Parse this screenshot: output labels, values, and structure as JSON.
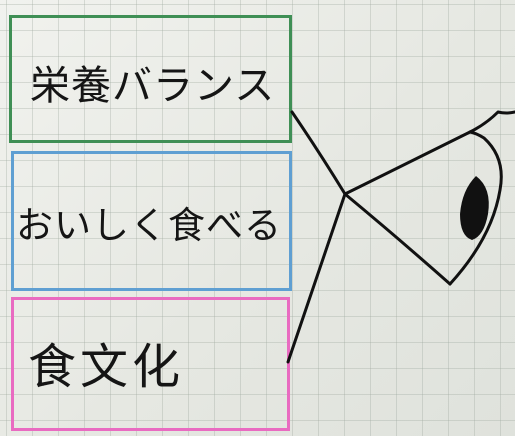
{
  "boxes": {
    "top": {
      "text": "栄養バランス",
      "color": "#3f8f55"
    },
    "middle": {
      "text": "おいしく食べる",
      "color": "#5f9fd2"
    },
    "bottom": {
      "text": "食文化",
      "color": "#e96bc1"
    }
  },
  "drawing": {
    "icon": "fish-skeleton-diagram",
    "ink_color": "#111111"
  }
}
